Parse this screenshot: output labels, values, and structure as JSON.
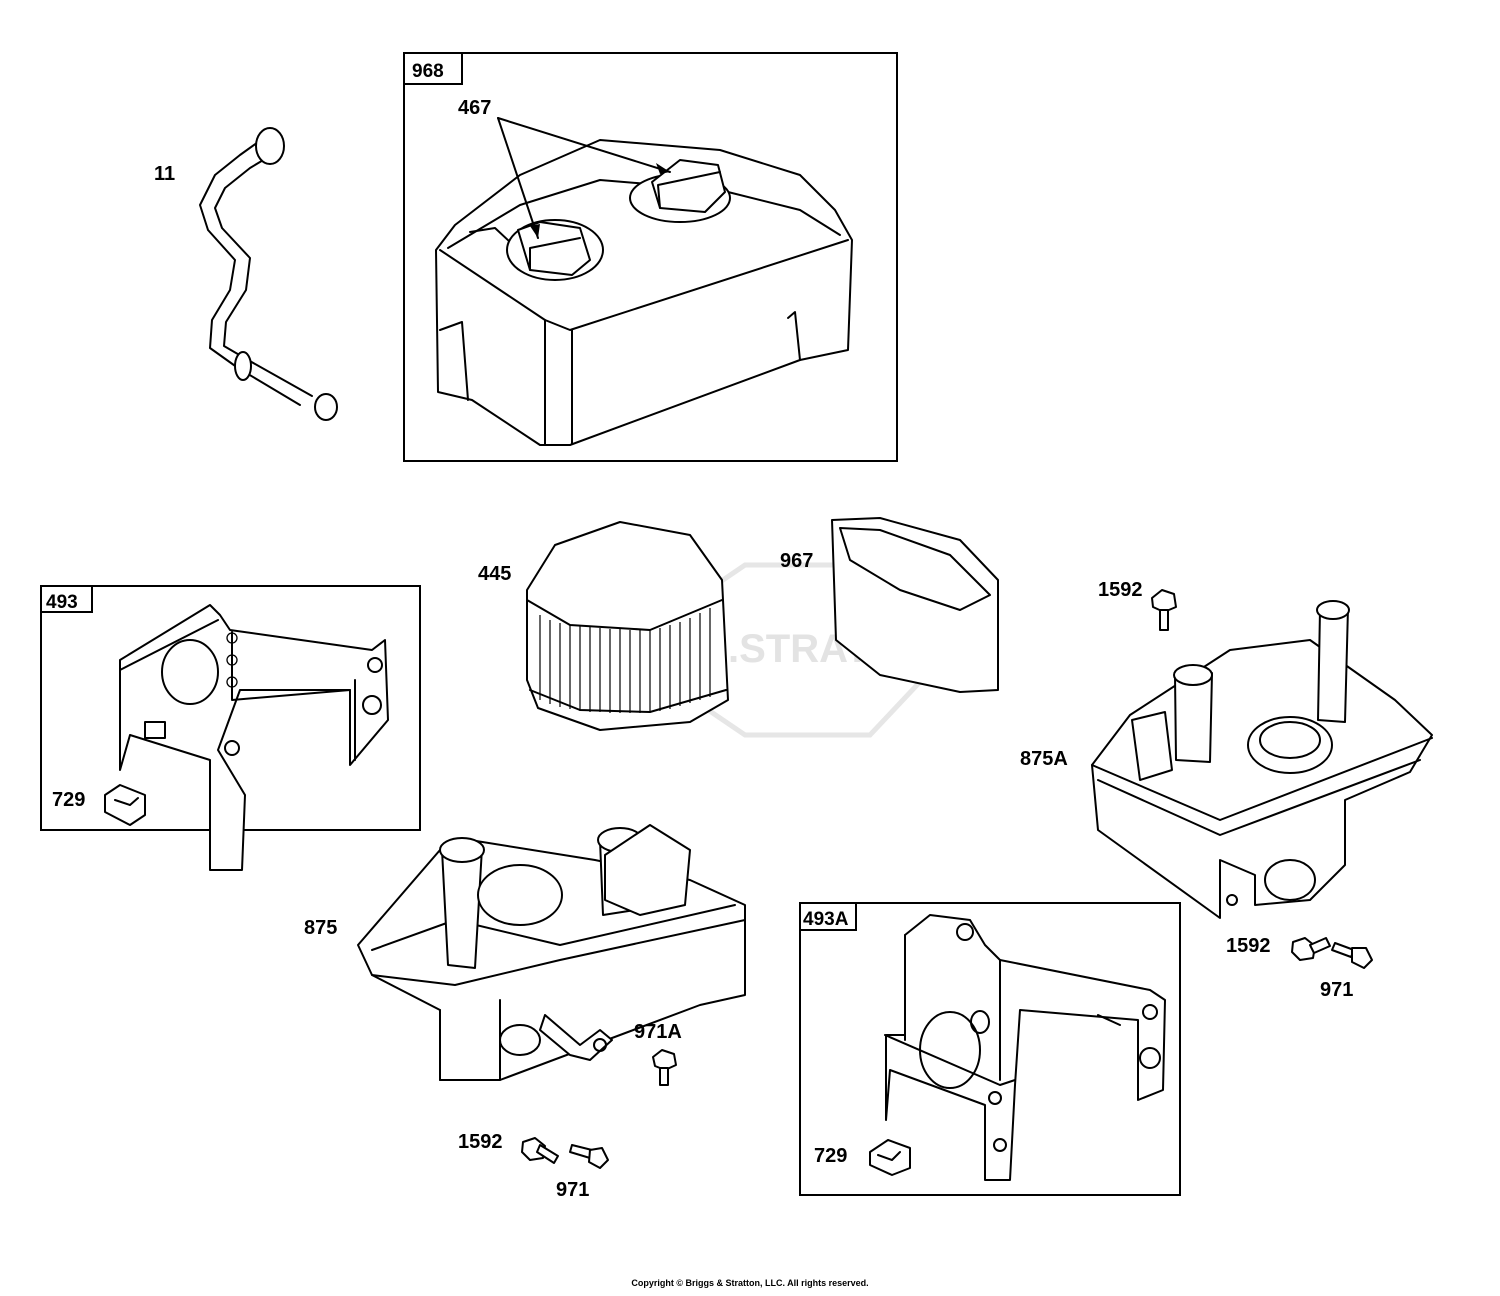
{
  "watermark": ".STRATTON",
  "boxes": {
    "box_968": "968",
    "box_493": "493",
    "box_493a": "493A"
  },
  "callouts": {
    "c_11": "11",
    "c_467": "467",
    "c_445": "445",
    "c_967": "967",
    "c_1592_top": "1592",
    "c_875a": "875A",
    "c_729_left": "729",
    "c_875": "875",
    "c_971a": "971A",
    "c_1592_bottom": "1592",
    "c_971_bottom": "971",
    "c_1592_right": "1592",
    "c_971_right": "971",
    "c_729_right": "729"
  },
  "footer": {
    "copyright": "Copyright © Briggs & Stratton, LLC. All rights reserved."
  }
}
